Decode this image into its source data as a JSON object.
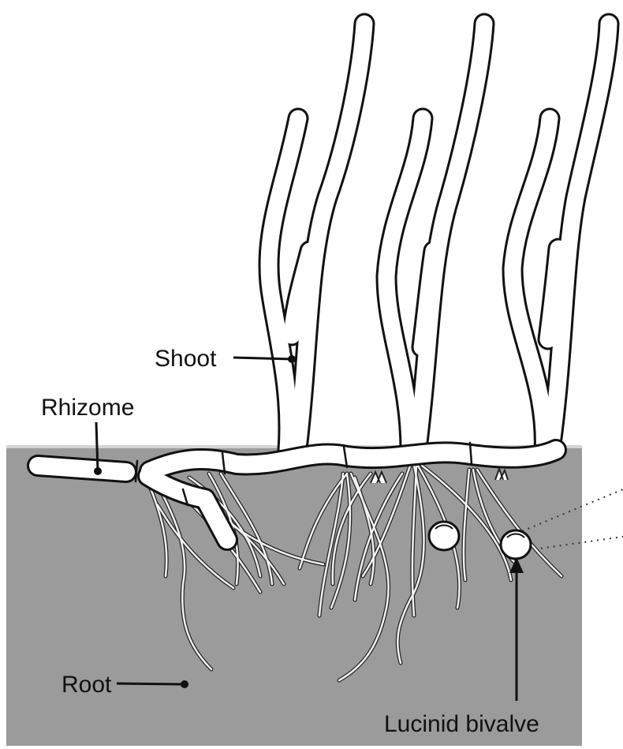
{
  "labels": {
    "shoot": "Shoot",
    "rhizome": "Rhizome",
    "root": "Root",
    "bivalve": "Lucinid bivalve"
  },
  "colors": {
    "sediment": "#9b9b9b",
    "sediment_top": "#d9d9d9",
    "plant_fill": "#ffffff",
    "outline": "#111111",
    "root_fill": "#f2f2f2"
  }
}
